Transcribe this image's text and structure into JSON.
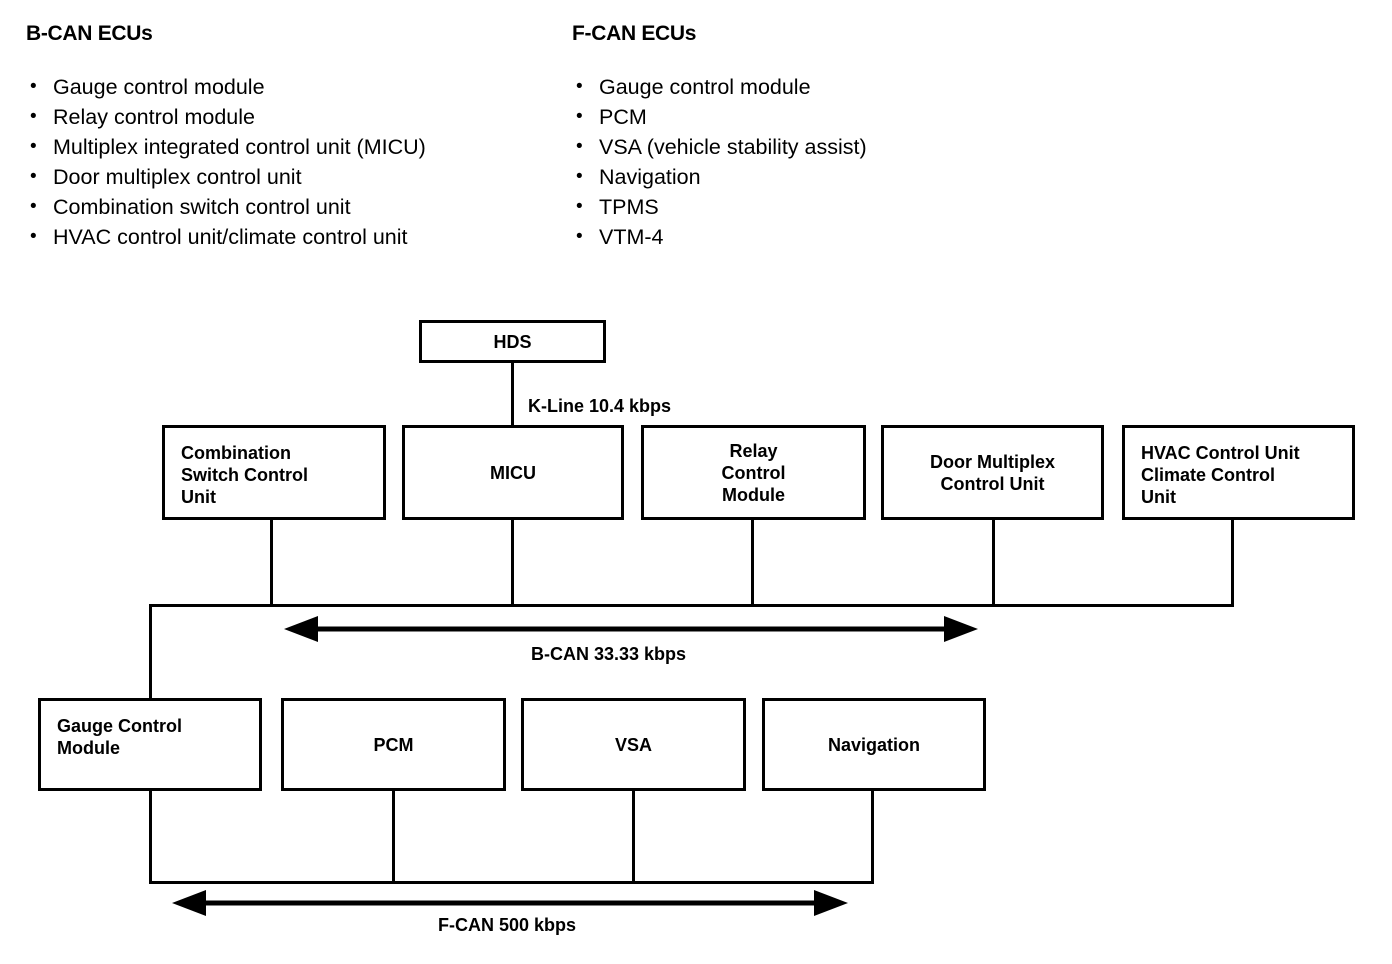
{
  "lists": [
    {
      "heading": "B-CAN ECUs",
      "items": [
        "Gauge control module",
        "Relay control module",
        "Multiplex integrated control unit (MICU)",
        "Door multiplex control unit",
        "Combination switch control unit",
        "HVAC control unit/climate control unit"
      ]
    },
    {
      "heading": "F-CAN ECUs",
      "items": [
        "Gauge control module",
        "PCM",
        "VSA (vehicle stability assist)",
        "Navigation",
        "TPMS",
        "VTM-4"
      ]
    }
  ],
  "diagram": {
    "hds": "HDS",
    "kline_label": "K-Line 10.4 kbps",
    "bcan_label": "B-CAN 33.33 kbps",
    "fcan_label": "F-CAN 500 kbps",
    "bcan_nodes": [
      "Combination\nSwitch Control\nUnit",
      "MICU",
      "Relay\nControl\nModule",
      "Door Multiplex\nControl Unit",
      "HVAC Control Unit\nClimate Control\nUnit"
    ],
    "fcan_nodes": [
      "Gauge Control\nModule",
      "PCM",
      "VSA",
      "Navigation"
    ]
  },
  "colors": {
    "ink": "#000000",
    "paper": "#ffffff"
  }
}
